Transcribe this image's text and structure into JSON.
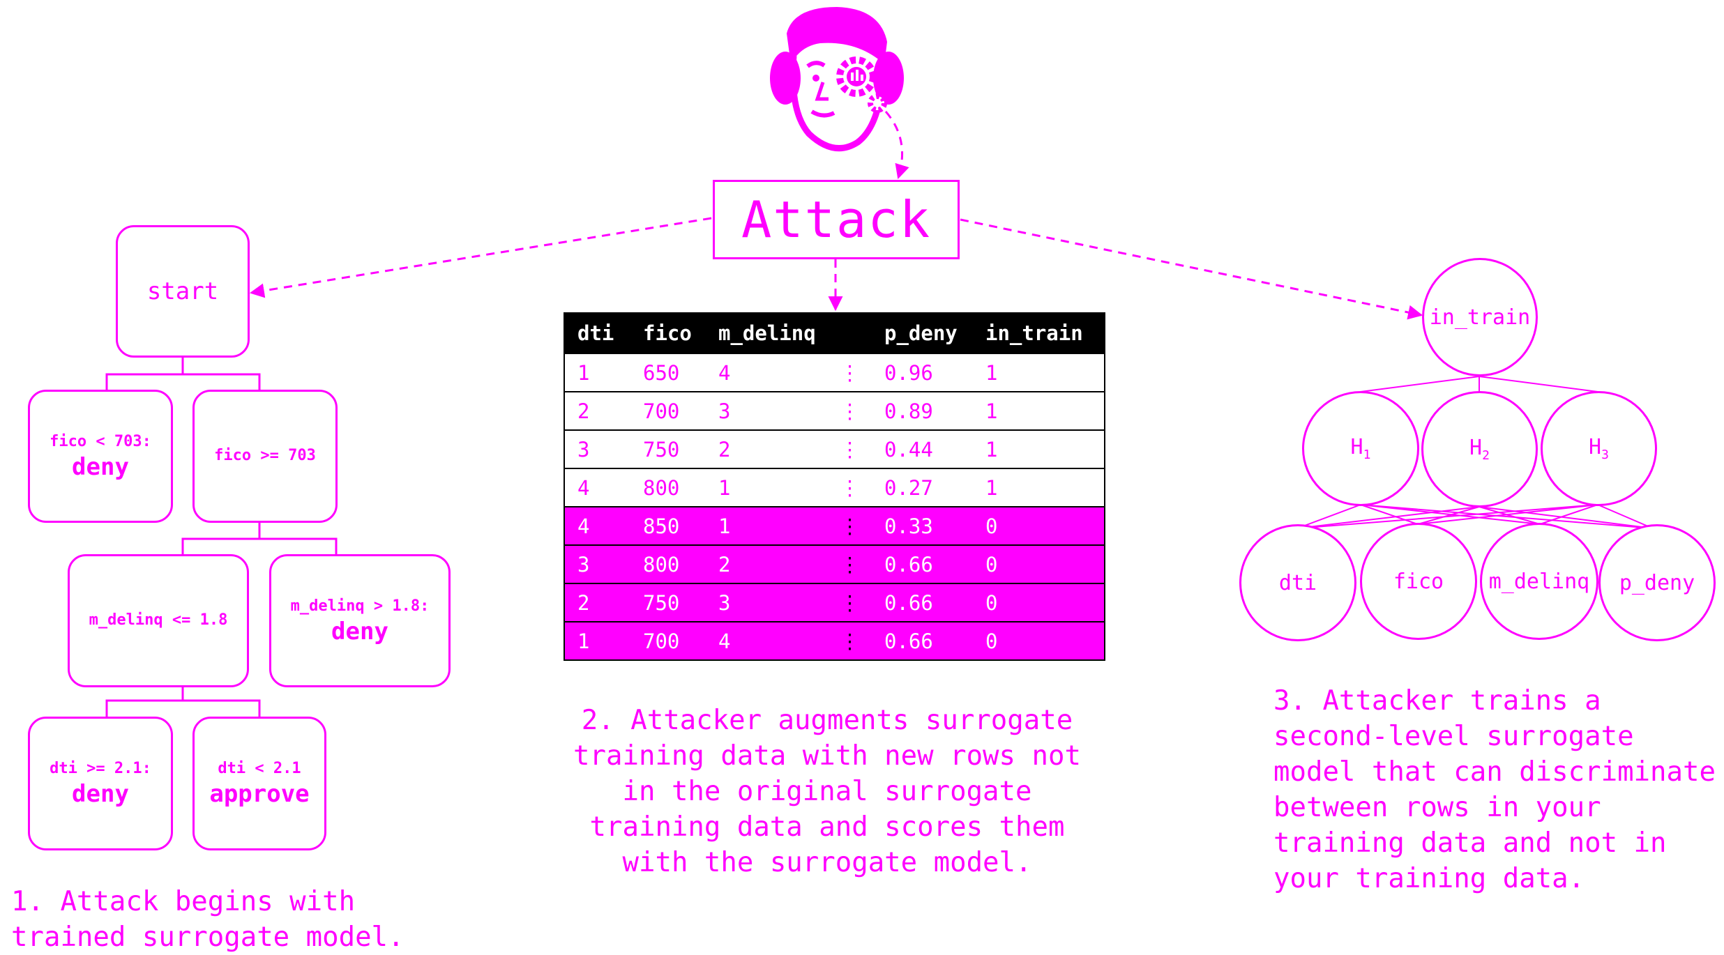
{
  "attack_label": "Attack",
  "tree": {
    "root": "start",
    "left1_cond": "fico < 703:",
    "left1_out": "deny",
    "right1": "fico >= 703",
    "left2": "m_delinq <= 1.8",
    "right2_cond": "m_delinq > 1.8:",
    "right2_out": "deny",
    "left3_cond": "dti >= 2.1:",
    "left3_out": "deny",
    "right3_cond": "dti < 2.1",
    "right3_out": "approve"
  },
  "table": {
    "headers": [
      "dti",
      "fico",
      "m_delinq",
      "",
      "p_deny",
      "in_train"
    ],
    "ellipsis": "⋮",
    "rows": [
      {
        "dti": "1",
        "fico": "650",
        "m_delinq": "4",
        "p_deny": "0.96",
        "in_train": "1"
      },
      {
        "dti": "2",
        "fico": "700",
        "m_delinq": "3",
        "p_deny": "0.89",
        "in_train": "1"
      },
      {
        "dti": "3",
        "fico": "750",
        "m_delinq": "2",
        "p_deny": "0.44",
        "in_train": "1"
      },
      {
        "dti": "4",
        "fico": "800",
        "m_delinq": "1",
        "p_deny": "0.27",
        "in_train": "1"
      },
      {
        "dti": "4",
        "fico": "850",
        "m_delinq": "1",
        "p_deny": "0.33",
        "in_train": "0"
      },
      {
        "dti": "3",
        "fico": "800",
        "m_delinq": "2",
        "p_deny": "0.66",
        "in_train": "0"
      },
      {
        "dti": "2",
        "fico": "750",
        "m_delinq": "3",
        "p_deny": "0.66",
        "in_train": "0"
      },
      {
        "dti": "1",
        "fico": "700",
        "m_delinq": "4",
        "p_deny": "0.66",
        "in_train": "0"
      }
    ]
  },
  "network": {
    "output": "in_train",
    "hidden": [
      "H",
      "H",
      "H"
    ],
    "hidden_subscripts": [
      "1",
      "2",
      "3"
    ],
    "inputs": [
      "dti",
      "fico",
      "m_delinq",
      "p_deny"
    ]
  },
  "captions": {
    "step1": "1. Attack begins with\ntrained surrogate model.",
    "step2": "2. Attacker augments surrogate\ntraining data with new rows not\nin the original surrogate\ntraining data and scores them\nwith the surrogate model.",
    "step3": "3. Attacker trains a\nsecond-level surrogate\nmodel that can discriminate\nbetween rows in your\ntraining data and not in\nyour training data."
  },
  "colors": {
    "accent": "#ff00ff",
    "header": "#000000",
    "background": "#ffffff"
  },
  "icons": [
    "attacker-face-icon",
    "gear-icon"
  ]
}
